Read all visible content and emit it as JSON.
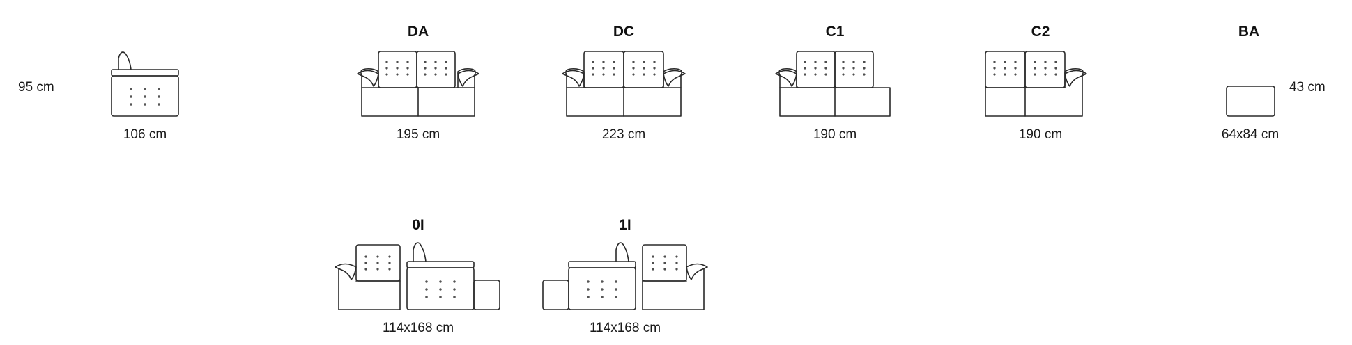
{
  "side_view": {
    "height_label": "95 cm",
    "depth_label": "106 cm"
  },
  "items": [
    {
      "code": "DA",
      "dimension": "195 cm"
    },
    {
      "code": "DC",
      "dimension": "223 cm"
    },
    {
      "code": "C1",
      "dimension": "190 cm"
    },
    {
      "code": "C2",
      "dimension": "190 cm"
    },
    {
      "code": "BA",
      "dimension": "64x84 cm",
      "height_label": "43 cm"
    },
    {
      "code": "0I",
      "dimension": "114x168 cm"
    },
    {
      "code": "1I",
      "dimension": "114x168 cm"
    }
  ]
}
